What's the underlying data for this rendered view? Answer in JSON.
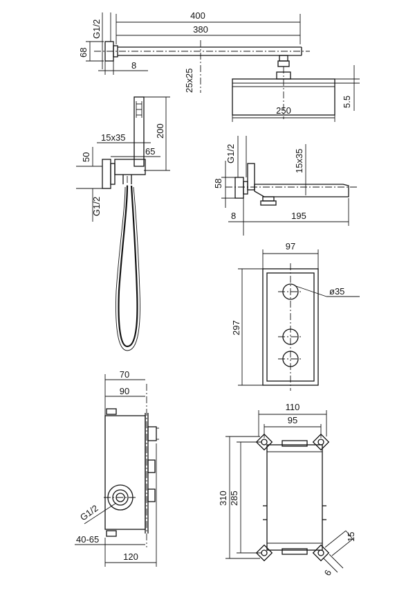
{
  "overhead_shower": {
    "thread": "G1/2",
    "arm_length_total": "400",
    "arm_length_exposed": "380",
    "flange_height": "68",
    "flange_depth": "8",
    "arm_section": "25x25",
    "head_width": "250",
    "head_thickness": "5.5"
  },
  "hand_shower": {
    "handle_section": "15x35",
    "handle_length": "200",
    "bracket_projection": "65",
    "bracket_height": "50",
    "thread": "G1/2"
  },
  "spout": {
    "thread": "G1/2",
    "spout_section": "15x35",
    "flange_height": "58",
    "flange_depth": "8",
    "spout_length": "195"
  },
  "control_plate": {
    "width": "97",
    "height": "297",
    "knob_diameter": "ø35"
  },
  "valve_body_side": {
    "depth_front": "70",
    "depth_mid": "90",
    "thread": "G1/2",
    "install_depth": "40-65",
    "depth_total": "120"
  },
  "valve_body_front": {
    "width_outer": "110",
    "width_inner": "95",
    "height_outer": "310",
    "height_inner": "285",
    "tab_width": "15",
    "tab_thickness": "6"
  }
}
